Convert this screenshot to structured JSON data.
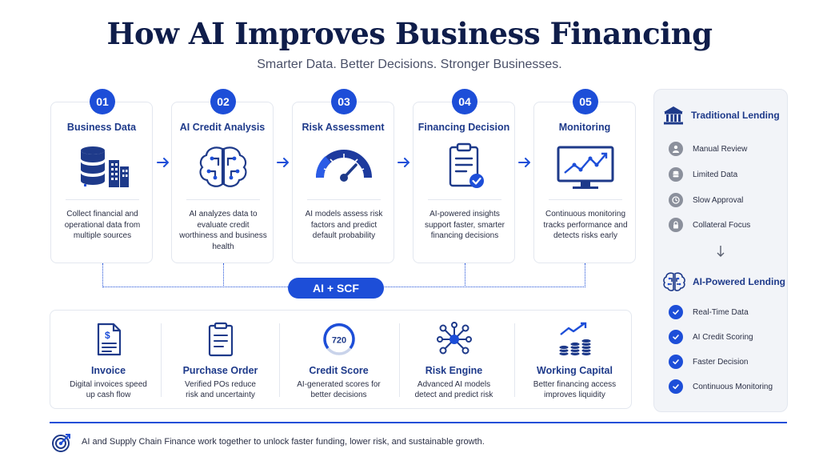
{
  "header": {
    "title": "How AI Improves Business Financing",
    "subtitle": "Smarter Data. Better Decisions. Stronger Businesses."
  },
  "steps": [
    {
      "number": "01",
      "title": "Business Data",
      "icon": "database-building-icon",
      "description": "Collect financial and operational data from multiple sources"
    },
    {
      "number": "02",
      "title": "AI Credit Analysis",
      "icon": "brain-circuit-icon",
      "description": "AI analyzes data to evaluate credit worthiness and business health"
    },
    {
      "number": "03",
      "title": "Risk Assessment",
      "icon": "gauge-icon",
      "description": "AI models assess risk factors and predict default probability"
    },
    {
      "number": "04",
      "title": "Financing Decision",
      "icon": "clipboard-check-icon",
      "description": "AI-powered insights support faster, smarter financing decisions"
    },
    {
      "number": "05",
      "title": "Monitoring",
      "icon": "monitor-chart-icon",
      "description": "Continuous monitoring tracks performance and detects risks early"
    }
  ],
  "connector_label": "AI + SCF",
  "features": [
    {
      "title": "Invoice",
      "icon": "invoice-icon",
      "description": "Digital invoices speed up cash flow"
    },
    {
      "title": "Purchase Order",
      "icon": "purchase-order-icon",
      "description": "Verified POs reduce risk and uncertainty"
    },
    {
      "title": "Credit Score",
      "icon": "credit-score-gauge-icon",
      "score": "720",
      "description": "AI-generated scores for better decisions"
    },
    {
      "title": "Risk Engine",
      "icon": "network-nodes-icon",
      "description": "Advanced AI models detect and predict risk"
    },
    {
      "title": "Working Capital",
      "icon": "coins-growth-icon",
      "description": "Better financing access improves liquidity"
    }
  ],
  "comparison": {
    "traditional": {
      "title": "Traditional Lending",
      "icon": "bank-icon",
      "items": [
        {
          "label": "Manual Review",
          "icon": "person-icon"
        },
        {
          "label": "Limited Data",
          "icon": "database-icon"
        },
        {
          "label": "Slow Approval",
          "icon": "clock-icon"
        },
        {
          "label": "Collateral Focus",
          "icon": "lock-icon"
        }
      ]
    },
    "ai": {
      "title": "AI-Powered Lending",
      "icon": "brain-icon",
      "items": [
        {
          "label": "Real-Time Data",
          "icon": "check-icon"
        },
        {
          "label": "AI Credit Scoring",
          "icon": "check-icon"
        },
        {
          "label": "Faster Decision",
          "icon": "check-icon"
        },
        {
          "label": "Continuous Monitoring",
          "icon": "check-icon"
        }
      ]
    }
  },
  "footer": {
    "icon": "target-icon",
    "text": "AI and Supply Chain Finance work together to unlock faster funding, lower risk, and sustainable growth."
  },
  "colors": {
    "primary": "#1d4ed8",
    "navy": "#0f1d4a",
    "text": "#2a2f45",
    "panel": "#f2f4f8",
    "muted_icon": "#8b909c"
  }
}
